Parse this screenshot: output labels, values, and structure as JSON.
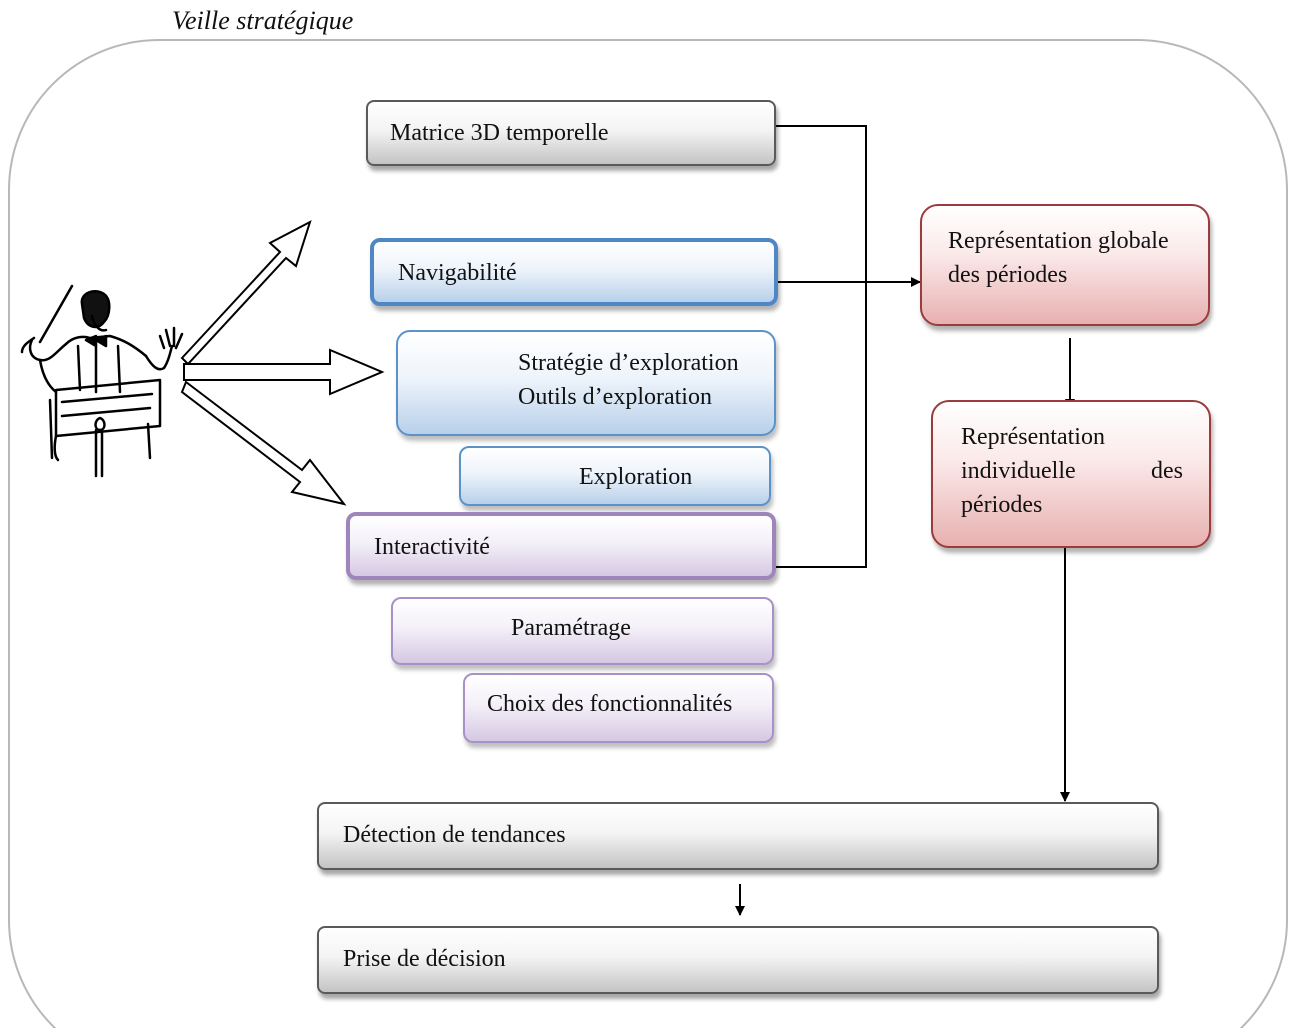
{
  "title": "Veille stratégique",
  "boxes": {
    "matrice": "Matrice 3D temporelle",
    "navigabilite": "Navigabilité",
    "strategie_line1": "Stratégie d’exploration",
    "strategie_line2": "Outils d’exploration",
    "exploration": "Exploration",
    "interactivite": "Interactivité",
    "parametrage": "Paramétrage",
    "choix": "Choix des fonctionnalités",
    "rep_globale_line1": "Représentation globale",
    "rep_globale_line2": "des périodes",
    "rep_indiv_line1": "Représentation",
    "rep_indiv_line2": "individuelle des",
    "rep_indiv_line3": "périodes",
    "detection": "Détection de tendances",
    "decision": "Prise de décision"
  },
  "icons": {
    "person": "conductor-icon"
  }
}
